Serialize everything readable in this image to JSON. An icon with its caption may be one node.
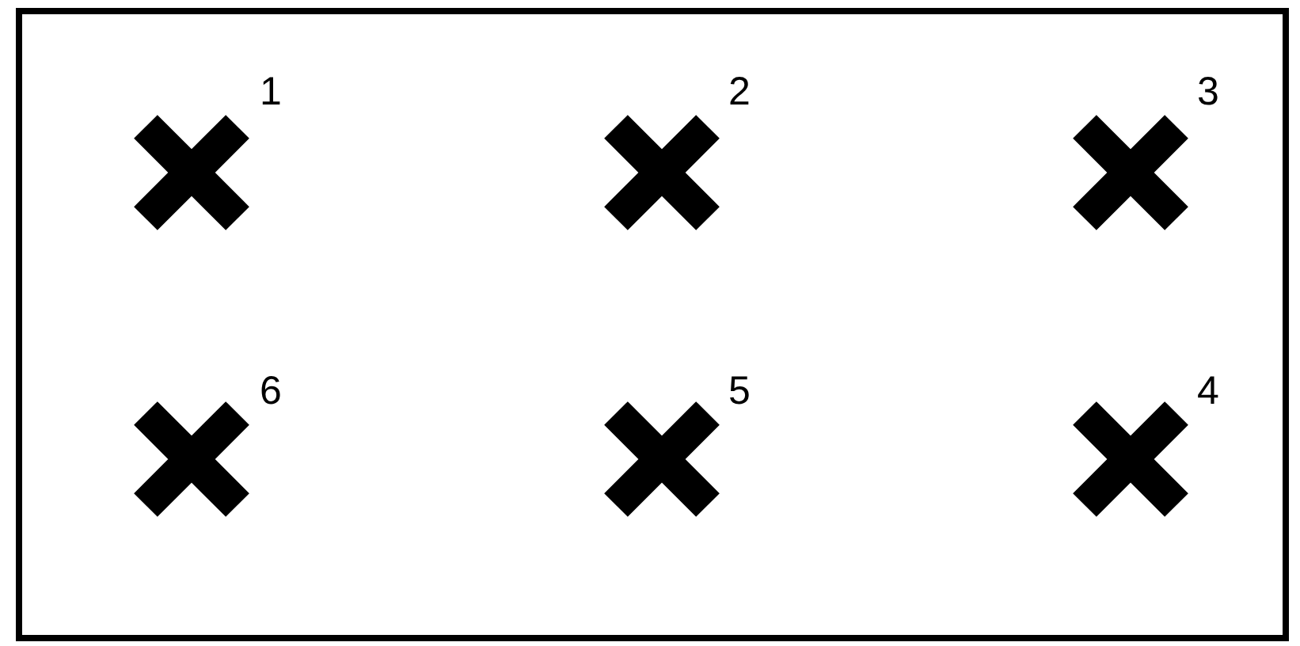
{
  "diagram": {
    "labels": [
      "1",
      "2",
      "3",
      "6",
      "5",
      "4"
    ]
  }
}
